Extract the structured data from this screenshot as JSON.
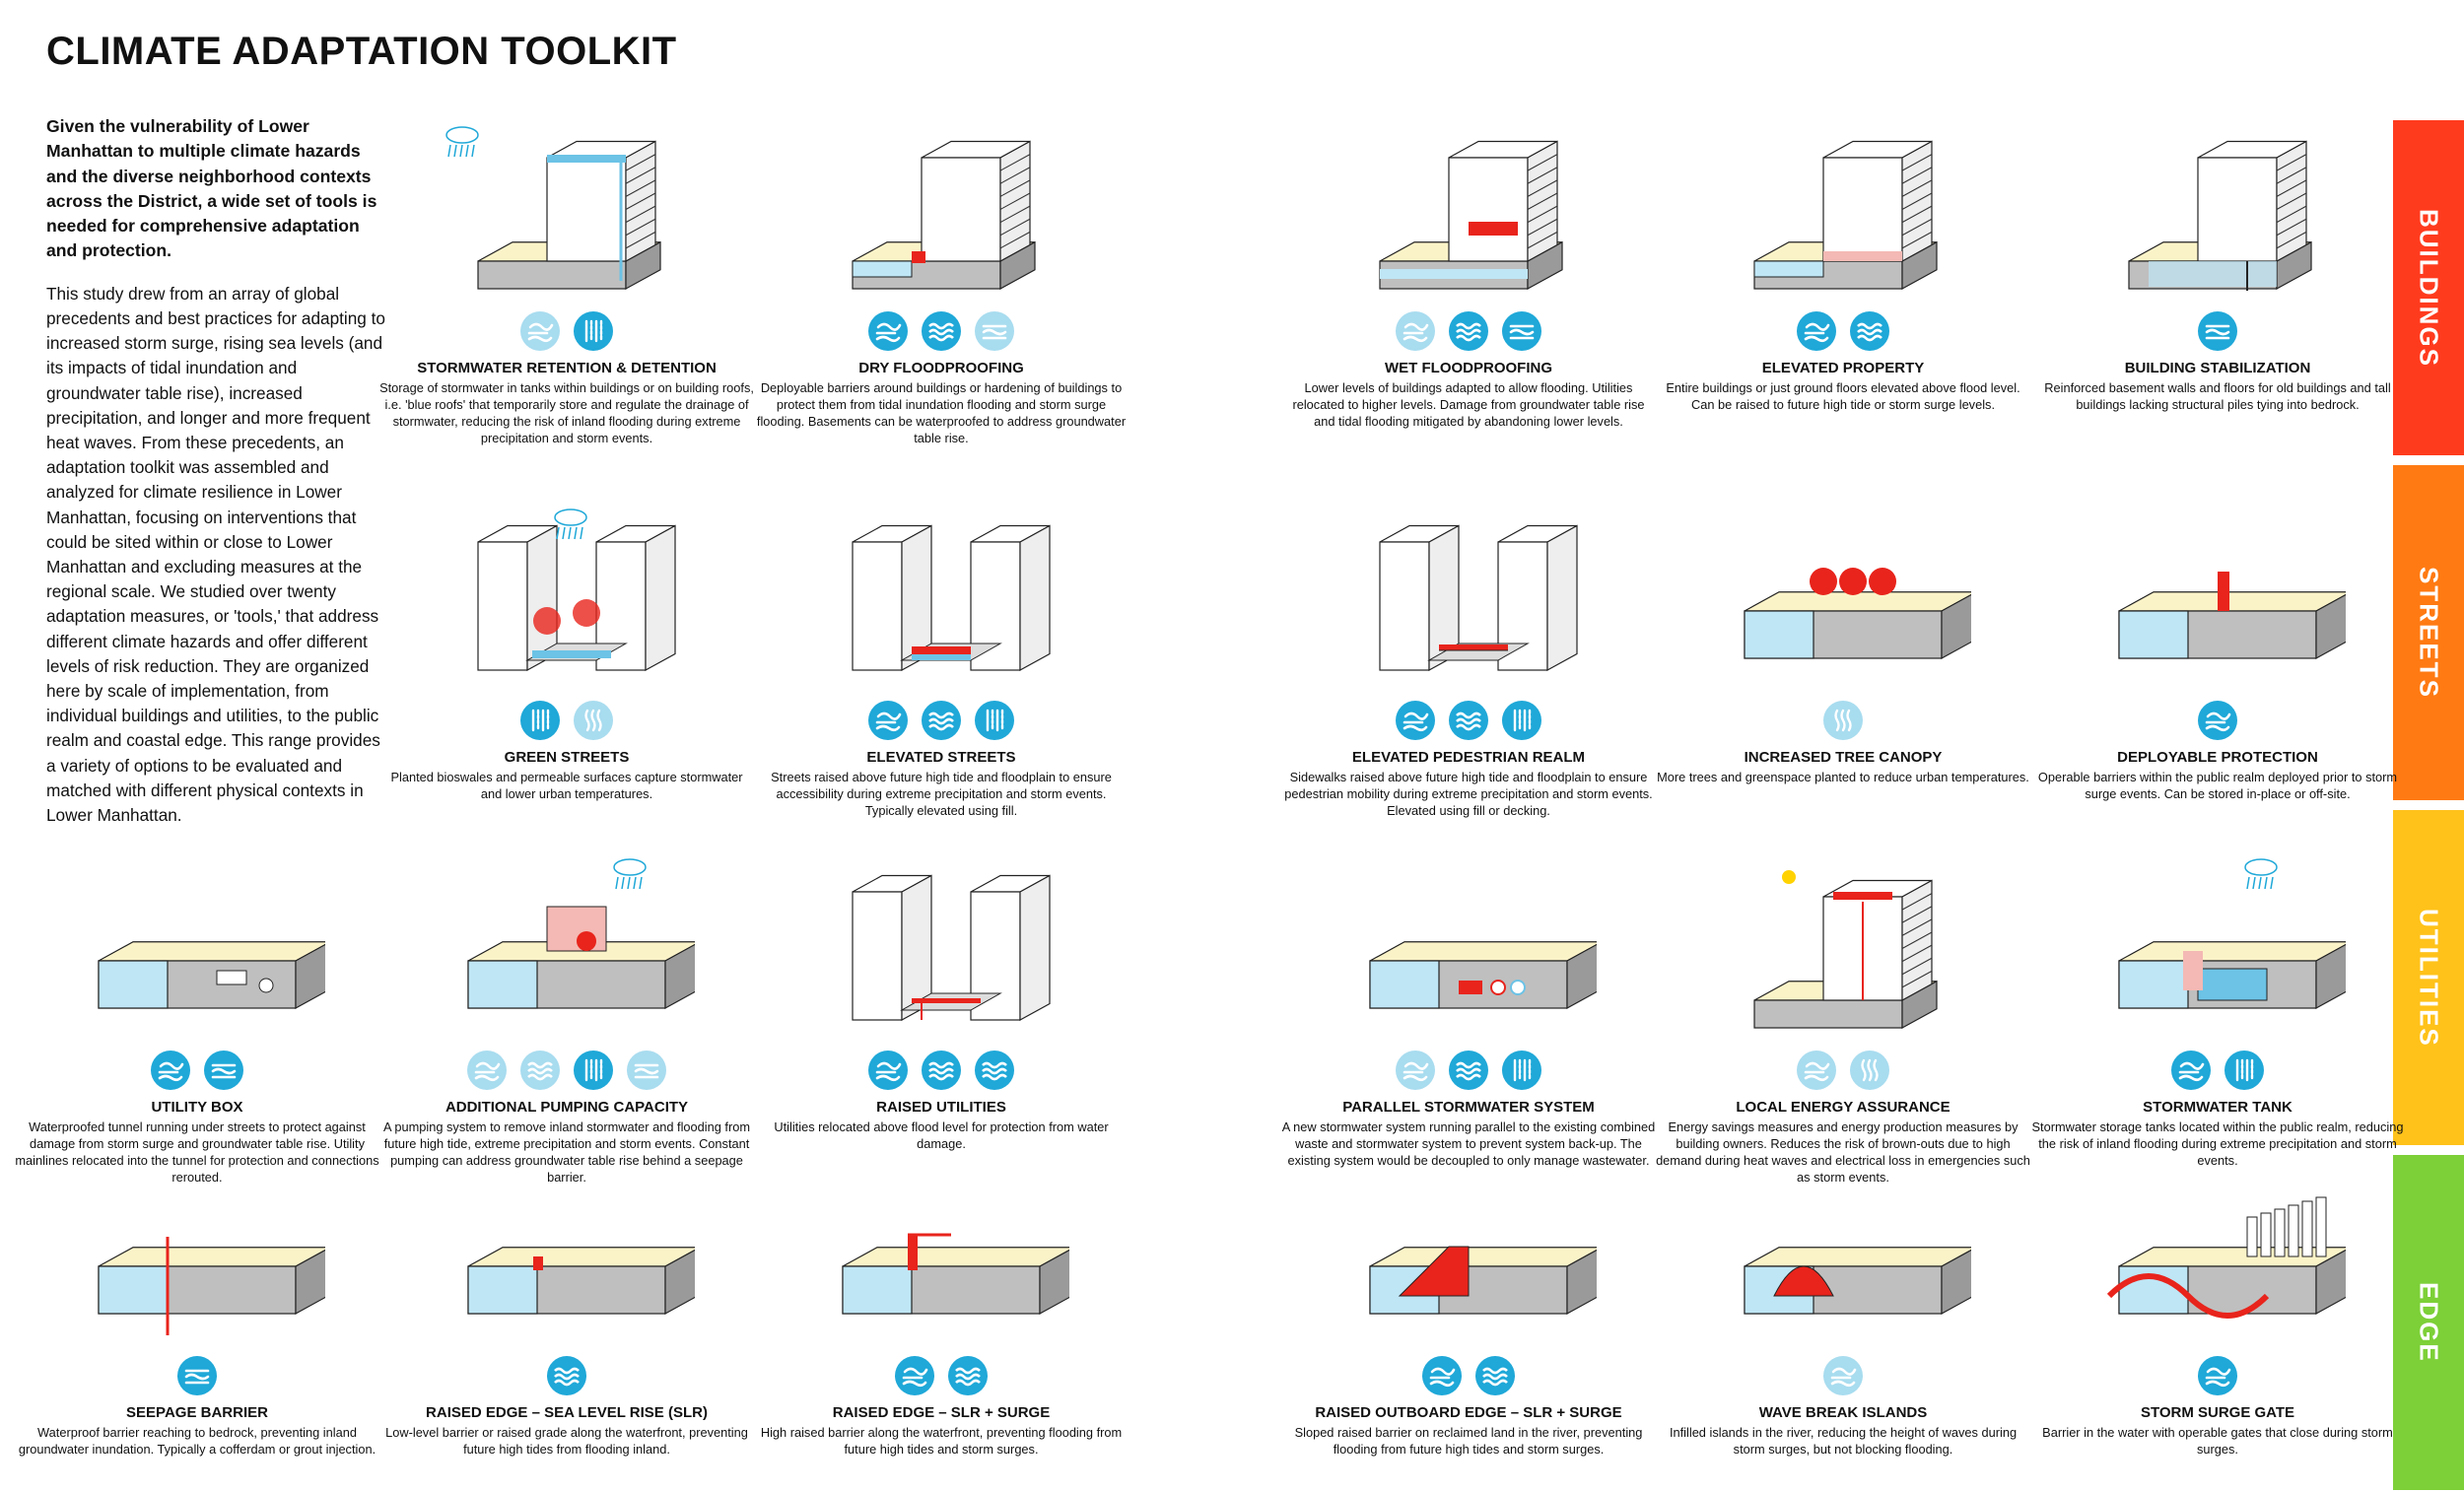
{
  "title": "CLIMATE ADAPTATION TOOLKIT",
  "intro": {
    "lead": "Given the vulnerability of Lower Manhattan to multiple climate hazards and the diverse neighborhood contexts across the District, a wide set of tools is needed for comprehensive adaptation and protection.",
    "body": "This study drew from an array of global precedents and best practices for adapting to increased storm surge, rising sea levels (and its impacts of tidal inundation and groundwater table rise), increased precipitation, and longer and more frequent heat waves. From these precedents, an adaptation toolkit was assembled and analyzed for climate resilience in Lower Manhattan, focusing on interventions that could be sited within or close to Lower Manhattan and excluding measures at the regional scale. We studied over twenty adaptation measures, or 'tools,' that address different climate hazards and offer different levels of risk reduction. They are organized here by scale of implementation, from individual buildings and utilities, to the public realm and coastal edge. This range provides a variety of options to be evaluated and matched with different physical contexts in Lower Manhattan."
  },
  "colors": {
    "accent": "#1fa8d8",
    "accent_light": "#a8dcef",
    "red": "#e8241c",
    "buildings": "#ff3b1e",
    "streets": "#ff7a12",
    "utilities": "#ffc21a",
    "edge": "#7dd038"
  },
  "categories": [
    {
      "label": "BUILDINGS",
      "color": "#ff3b1e"
    },
    {
      "label": "STREETS",
      "color": "#ff7a12"
    },
    {
      "label": "UTILITIES",
      "color": "#ffc21a"
    },
    {
      "label": "EDGE",
      "color": "#7dd038"
    }
  ],
  "tools": [
    {
      "name": "STORMWATER RETENTION & DETENTION",
      "desc": "Storage of stormwater in tanks within buildings or on building roofs, i.e. 'blue roofs' that temporarily store and regulate the drainage of stormwater, reducing the risk of inland flooding during extreme precipitation and storm events.",
      "icons": [
        {
          "type": "surge",
          "on": false
        },
        {
          "type": "rain",
          "on": true
        }
      ],
      "illus": "tower-roof"
    },
    {
      "name": "DRY FLOODPROOFING",
      "desc": "Deployable barriers around buildings or hardening of buildings to protect them from tidal inundation flooding and storm surge flooding. Basements can be waterproofed to address groundwater table rise.",
      "icons": [
        {
          "type": "surge",
          "on": true
        },
        {
          "type": "waves",
          "on": true
        },
        {
          "type": "slr",
          "on": false
        }
      ],
      "illus": "tower-dry"
    },
    {
      "name": "WET FLOODPROOFING",
      "desc": "Lower levels of buildings adapted to allow flooding. Utilities relocated to higher levels. Damage from groundwater table rise and tidal flooding mitigated by abandoning lower levels.",
      "icons": [
        {
          "type": "surge",
          "on": false
        },
        {
          "type": "waves",
          "on": true
        },
        {
          "type": "slr",
          "on": true
        }
      ],
      "illus": "tower-wet"
    },
    {
      "name": "ELEVATED PROPERTY",
      "desc": "Entire buildings or just ground floors elevated above flood level. Can be raised to future high tide or storm surge levels.",
      "icons": [
        {
          "type": "surge",
          "on": true
        },
        {
          "type": "waves",
          "on": true
        }
      ],
      "illus": "tower-elev"
    },
    {
      "name": "BUILDING STABILIZATION",
      "desc": "Reinforced basement walls and floors for old buildings and tall buildings lacking structural piles tying into bedrock.",
      "icons": [
        {
          "type": "slr",
          "on": true
        }
      ],
      "illus": "tower-stab"
    },
    {
      "name": "GREEN STREETS",
      "desc": "Planted bioswales and permeable surfaces capture stormwater and lower urban temperatures.",
      "icons": [
        {
          "type": "rain",
          "on": true
        },
        {
          "type": "heat",
          "on": false
        }
      ],
      "illus": "u-green"
    },
    {
      "name": "ELEVATED STREETS",
      "desc": "Streets raised above future high tide and floodplain to ensure accessibility during extreme precipitation and storm events. Typically elevated using fill.",
      "icons": [
        {
          "type": "surge",
          "on": true
        },
        {
          "type": "waves",
          "on": true
        },
        {
          "type": "rain",
          "on": true
        }
      ],
      "illus": "u-street"
    },
    {
      "name": "ELEVATED PEDESTRIAN REALM",
      "desc": "Sidewalks raised above future high tide and floodplain to ensure pedestrian mobility during extreme precipitation and storm events. Elevated using fill or decking.",
      "icons": [
        {
          "type": "surge",
          "on": true
        },
        {
          "type": "waves",
          "on": true
        },
        {
          "type": "rain",
          "on": true
        }
      ],
      "illus": "u-ped"
    },
    {
      "name": "INCREASED TREE CANOPY",
      "desc": "More trees and greenspace planted to reduce urban temperatures.",
      "icons": [
        {
          "type": "heat",
          "on": false
        }
      ],
      "illus": "block-trees"
    },
    {
      "name": "DEPLOYABLE PROTECTION",
      "desc": "Operable barriers within the public realm deployed prior to storm surge events. Can be stored in-place or off-site.",
      "icons": [
        {
          "type": "surge",
          "on": true
        }
      ],
      "illus": "block-deploy"
    },
    {
      "name": "UTILITY BOX",
      "desc": "Waterproofed tunnel running under streets to protect against damage from storm surge and groundwater table rise. Utility mainlines relocated into the tunnel for protection and connections rerouted.",
      "icons": [
        {
          "type": "surge",
          "on": true
        },
        {
          "type": "slr",
          "on": true
        }
      ],
      "illus": "block-utility"
    },
    {
      "name": "ADDITIONAL PUMPING CAPACITY",
      "desc": "A pumping system to remove inland stormwater and flooding from future high tide, extreme precipitation and storm events. Constant pumping can address groundwater table rise behind a seepage barrier.",
      "icons": [
        {
          "type": "surge",
          "on": false
        },
        {
          "type": "waves",
          "on": false
        },
        {
          "type": "rain",
          "on": true
        },
        {
          "type": "slr",
          "on": false
        }
      ],
      "illus": "block-pump"
    },
    {
      "name": "RAISED UTILITIES",
      "desc": "Utilities relocated above flood level for protection from water damage.",
      "icons": [
        {
          "type": "surge",
          "on": true
        },
        {
          "type": "waves",
          "on": true
        },
        {
          "type": "waves",
          "on": true
        }
      ],
      "illus": "u-util"
    },
    {
      "name": "PARALLEL STORMWATER SYSTEM",
      "desc": "A new stormwater system running parallel to the existing combined waste and stormwater system to prevent system back-up. The existing system would be decoupled to only manage wastewater.",
      "icons": [
        {
          "type": "surge",
          "on": false
        },
        {
          "type": "waves",
          "on": true
        },
        {
          "type": "rain",
          "on": true
        }
      ],
      "illus": "block-parallel"
    },
    {
      "name": "LOCAL ENERGY ASSURANCE",
      "desc": "Energy savings measures and energy production measures by building owners. Reduces the risk of brown-outs due to high demand during heat waves and electrical loss in emergencies such as storm events.",
      "icons": [
        {
          "type": "surge",
          "on": false
        },
        {
          "type": "heat",
          "on": false
        }
      ],
      "illus": "tower-energy"
    },
    {
      "name": "STORMWATER TANK",
      "desc": "Stormwater storage tanks located within the public realm, reducing the risk of inland flooding during extreme precipitation and storm events.",
      "icons": [
        {
          "type": "surge",
          "on": true
        },
        {
          "type": "rain",
          "on": true
        }
      ],
      "illus": "block-tank"
    },
    {
      "name": "SEEPAGE BARRIER",
      "desc": "Waterproof barrier reaching to bedrock, preventing inland groundwater inundation. Typically a cofferdam or grout injection.",
      "icons": [
        {
          "type": "slr",
          "on": true
        }
      ],
      "illus": "edge-seepage"
    },
    {
      "name": "RAISED EDGE – SEA LEVEL RISE (SLR)",
      "desc": "Low-level barrier or raised grade along the waterfront, preventing future high tides from flooding inland.",
      "icons": [
        {
          "type": "waves",
          "on": true
        }
      ],
      "illus": "edge-slr"
    },
    {
      "name": "RAISED EDGE – SLR + SURGE",
      "desc": "High raised barrier along the waterfront, preventing flooding from future high tides and storm surges.",
      "icons": [
        {
          "type": "surge",
          "on": true
        },
        {
          "type": "waves",
          "on": true
        }
      ],
      "illus": "edge-surge"
    },
    {
      "name": "RAISED OUTBOARD EDGE – SLR + SURGE",
      "desc": "Sloped raised barrier on reclaimed land in the river, preventing flooding from future high tides and storm surges.",
      "icons": [
        {
          "type": "surge",
          "on": true
        },
        {
          "type": "waves",
          "on": true
        }
      ],
      "illus": "edge-outboard"
    },
    {
      "name": "WAVE BREAK ISLANDS",
      "desc": "Infilled islands in the river, reducing the height of waves during storm surges, but not blocking flooding.",
      "icons": [
        {
          "type": "surge",
          "on": false
        }
      ],
      "illus": "edge-wave"
    },
    {
      "name": "STORM SURGE GATE",
      "desc": "Barrier in the water with operable gates that close during storm surges.",
      "icons": [
        {
          "type": "surge",
          "on": true
        }
      ],
      "illus": "edge-gate"
    }
  ]
}
